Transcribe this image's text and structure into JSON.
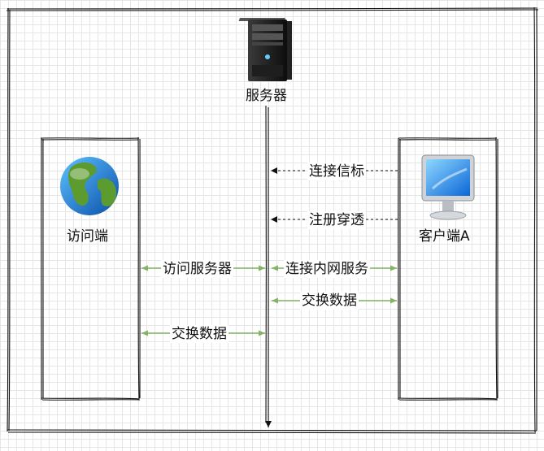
{
  "nodes": {
    "server": {
      "label": "服务器",
      "icon": "server-tower-icon"
    },
    "visitor": {
      "label": "访问端",
      "icon": "globe-icon"
    },
    "client": {
      "label": "客户端A",
      "icon": "monitor-icon"
    }
  },
  "edges": {
    "connect_beacon": {
      "label": "连接信标",
      "style": "dashed",
      "direction": "client-to-server"
    },
    "register_punch": {
      "label": "注册穿透",
      "style": "dashed",
      "direction": "client-to-server"
    },
    "visit_server": {
      "label": "访问服务器",
      "style": "solid",
      "direction": "bidirectional"
    },
    "connect_intranet": {
      "label": "连接内网服务",
      "style": "solid",
      "direction": "bidirectional"
    },
    "exchange_right": {
      "label": "交换数据",
      "style": "solid",
      "direction": "bidirectional"
    },
    "exchange_left": {
      "label": "交换数据",
      "style": "solid",
      "direction": "bidirectional"
    }
  },
  "colors": {
    "stroke": "#111111",
    "arrow_green": "#82b366",
    "background": "#ffffff",
    "grid": "#e6e6e6"
  }
}
